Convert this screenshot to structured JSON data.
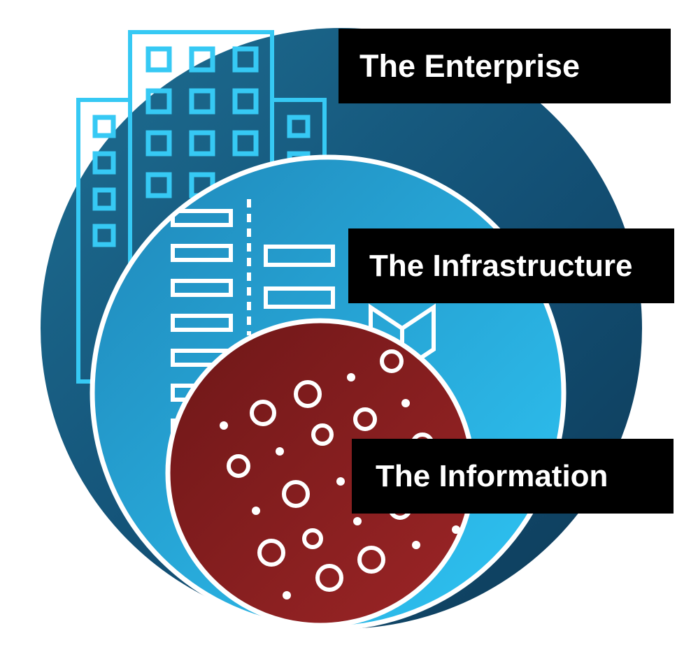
{
  "labels": {
    "enterprise": "The Enterprise",
    "infrastructure": "The Infrastructure",
    "information": "The Information"
  },
  "colors": {
    "enterprise_dark": "#0d3a57",
    "enterprise_light": "#1e6f93",
    "infrastructure_dark": "#1f87b9",
    "infrastructure_light": "#2fc6f5",
    "building_outline": "#36c9f4",
    "information_dark": "#6e1718",
    "information_light": "#9c2526",
    "outline_white": "#ffffff",
    "label_bg": "#000000",
    "label_text": "#ffffff"
  },
  "icons": [
    "office-building-icon",
    "data-center-icon",
    "data-particles-icon"
  ]
}
